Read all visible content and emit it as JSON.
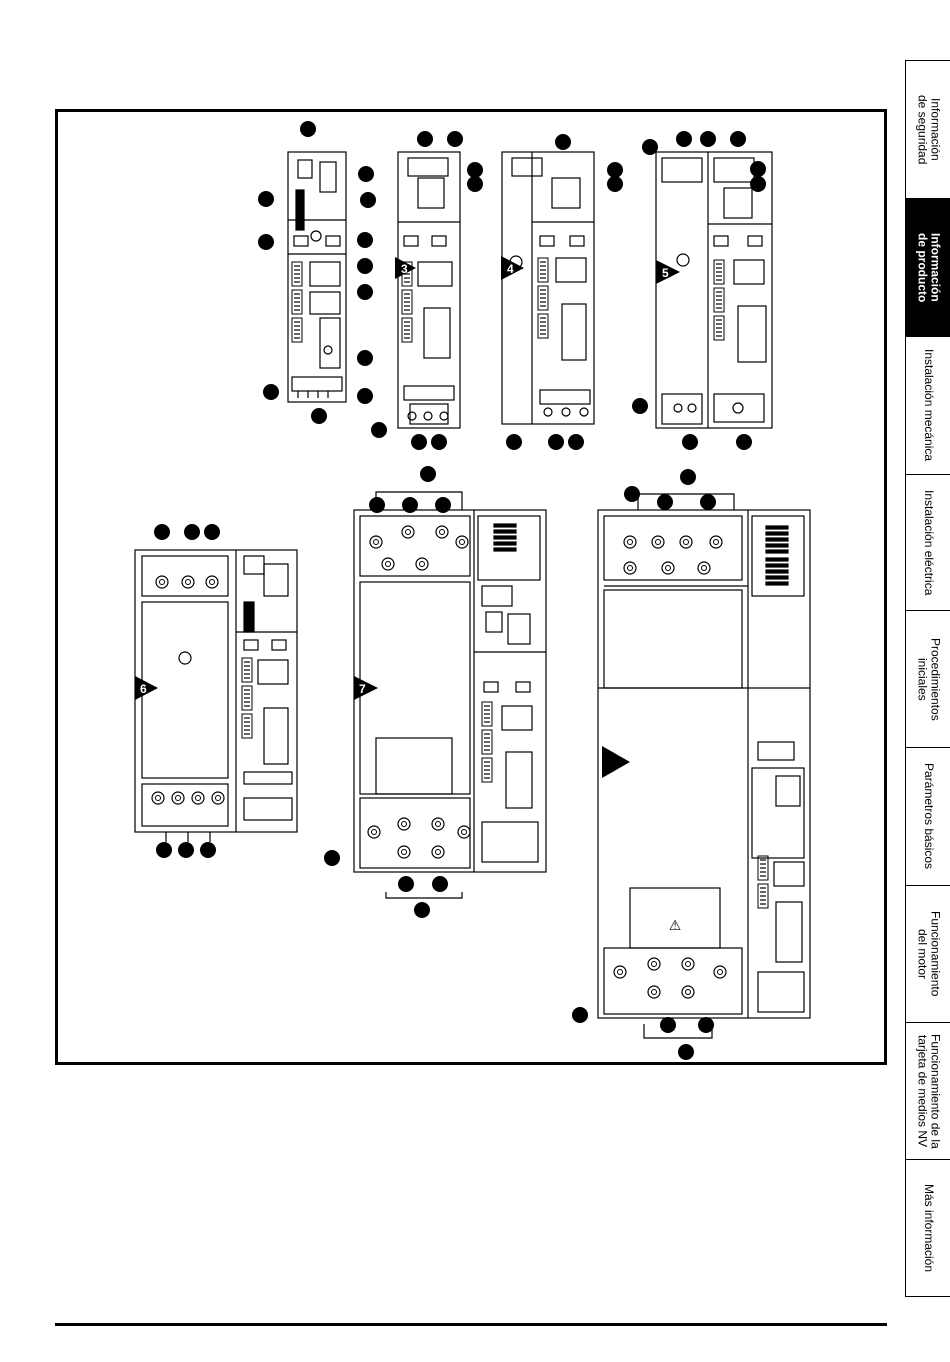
{
  "side_tabs": [
    {
      "label": "Información\nde seguridad",
      "active": false
    },
    {
      "label": "Información\nde producto",
      "active": true
    },
    {
      "label": "Instalación mecánica",
      "active": false
    },
    {
      "label": "Instalación eléctrica",
      "active": false
    },
    {
      "label": "Procedimientos\niniciales",
      "active": false
    },
    {
      "label": "Parámetros básicos",
      "active": false
    },
    {
      "label": "Funcionamiento\ndel motor",
      "active": false
    },
    {
      "label": "Funcionamiento de la\ntarjeta de medios NV",
      "active": false
    },
    {
      "label": "Más información",
      "active": false
    }
  ],
  "figure": {
    "size_markers": {
      "s3": "3",
      "s4": "4",
      "s5": "5",
      "s6": "6",
      "s7": "7"
    }
  },
  "colors": {
    "ink": "#000000",
    "paper": "#ffffff",
    "active_tab": "#000000"
  }
}
